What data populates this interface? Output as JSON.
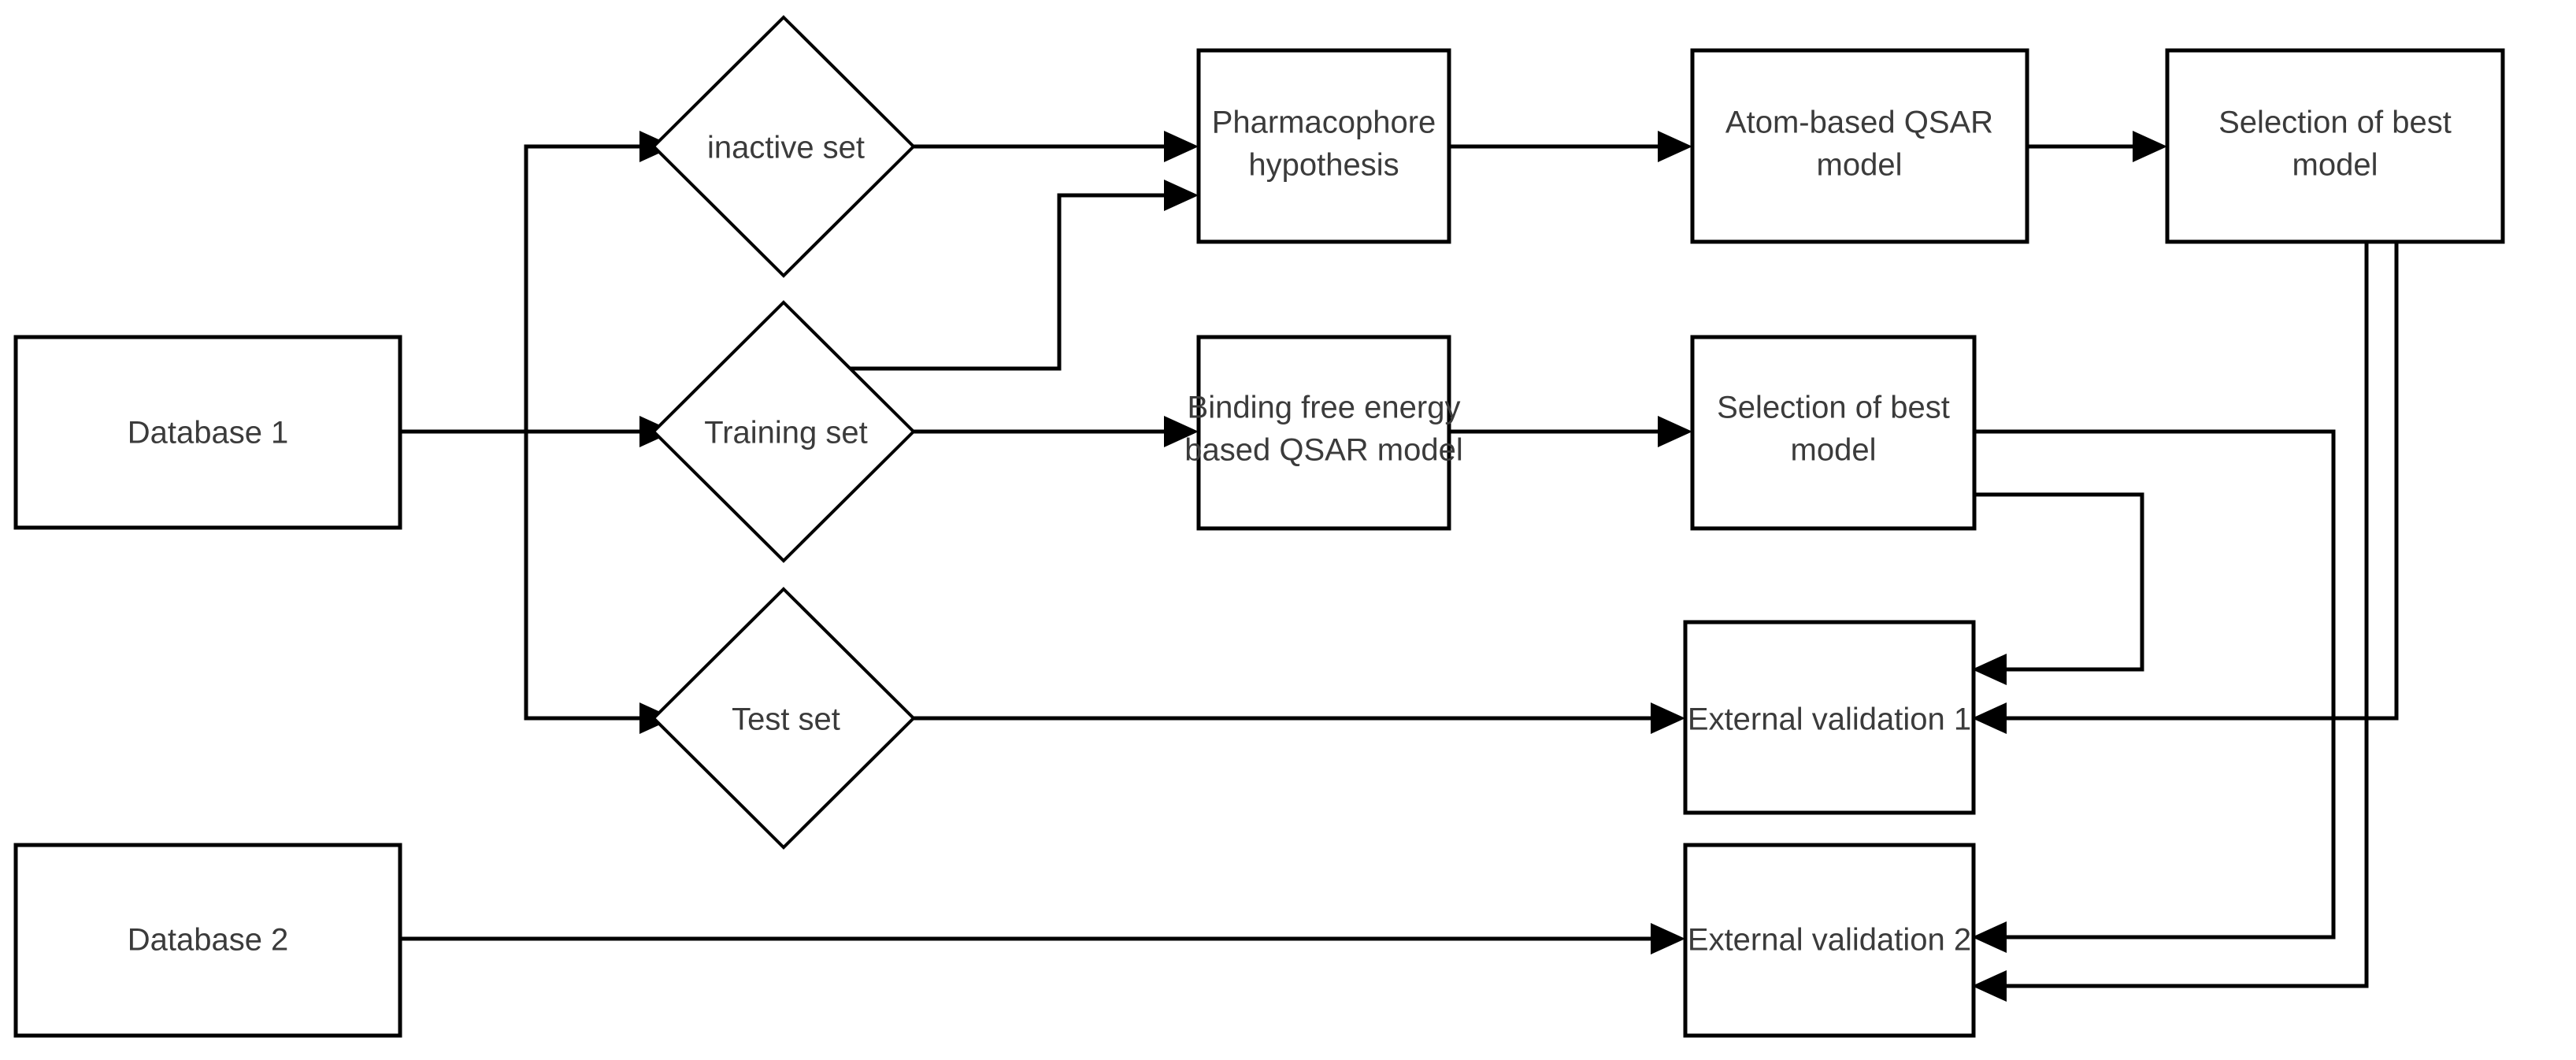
{
  "diagram": {
    "type": "flowchart",
    "title": "QSAR modelling workflow",
    "background_color": "#ffffff",
    "line_color": "#000000",
    "text_color": "#3b3b3b",
    "nodes": {
      "database1": {
        "label": "Database 1",
        "shape": "rectangle"
      },
      "database2": {
        "label": "Database 2",
        "shape": "rectangle"
      },
      "inactive_set": {
        "label": "inactive set",
        "shape": "diamond"
      },
      "training_set": {
        "label": "Training set",
        "shape": "diamond"
      },
      "test_set": {
        "label": "Test set",
        "shape": "diamond"
      },
      "pharmacophore": {
        "label_line1": "Pharmacophore",
        "label_line2": "hypothesis",
        "shape": "rectangle"
      },
      "atom_qsar": {
        "label_line1": "Atom-based QSAR",
        "label_line2": "model",
        "shape": "rectangle"
      },
      "best_model_top": {
        "label_line1": "Selection of best",
        "label_line2": "model",
        "shape": "rectangle"
      },
      "binding_qsar": {
        "label_line1": "Binding free energy",
        "label_line2": "based QSAR model",
        "shape": "rectangle"
      },
      "best_model_mid": {
        "label_line1": "Selection of best",
        "label_line2": "model",
        "shape": "rectangle"
      },
      "ext_val_1": {
        "label": "External validation 1",
        "shape": "rectangle"
      },
      "ext_val_2": {
        "label": "External validation 2",
        "shape": "rectangle"
      }
    },
    "edges": [
      {
        "from": "database1",
        "to": "inactive_set"
      },
      {
        "from": "database1",
        "to": "training_set"
      },
      {
        "from": "database1",
        "to": "test_set"
      },
      {
        "from": "inactive_set",
        "to": "pharmacophore"
      },
      {
        "from": "training_set",
        "to": "pharmacophore"
      },
      {
        "from": "training_set",
        "to": "binding_qsar"
      },
      {
        "from": "pharmacophore",
        "to": "atom_qsar"
      },
      {
        "from": "atom_qsar",
        "to": "best_model_top"
      },
      {
        "from": "binding_qsar",
        "to": "best_model_mid"
      },
      {
        "from": "best_model_mid",
        "to": "ext_val_1"
      },
      {
        "from": "best_model_mid",
        "to": "ext_val_2"
      },
      {
        "from": "best_model_top",
        "to": "ext_val_1"
      },
      {
        "from": "best_model_top",
        "to": "ext_val_2"
      },
      {
        "from": "test_set",
        "to": "ext_val_1"
      },
      {
        "from": "database2",
        "to": "ext_val_2"
      }
    ]
  }
}
